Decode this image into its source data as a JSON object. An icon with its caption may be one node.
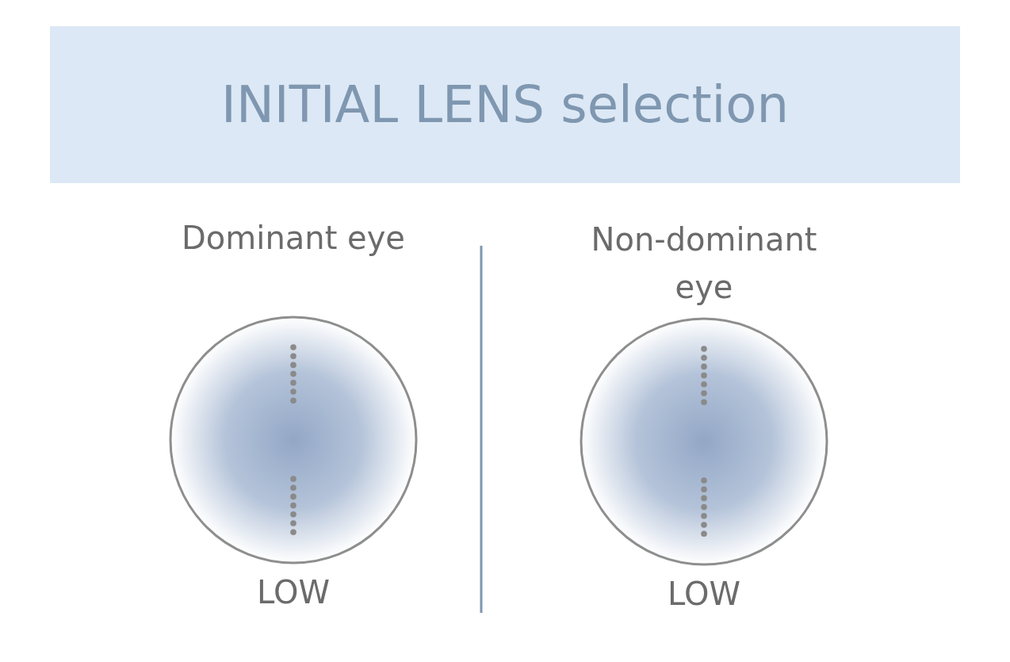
{
  "diagram": {
    "title": "INITIAL LENS selection",
    "nodes": [
      {
        "text": [
          "Dominant eye"
        ],
        "beside": [
          "LOW"
        ]
      },
      {
        "text": [
          "Non-dominant eye"
        ],
        "beside": [
          "LOW"
        ]
      }
    ]
  }
}
